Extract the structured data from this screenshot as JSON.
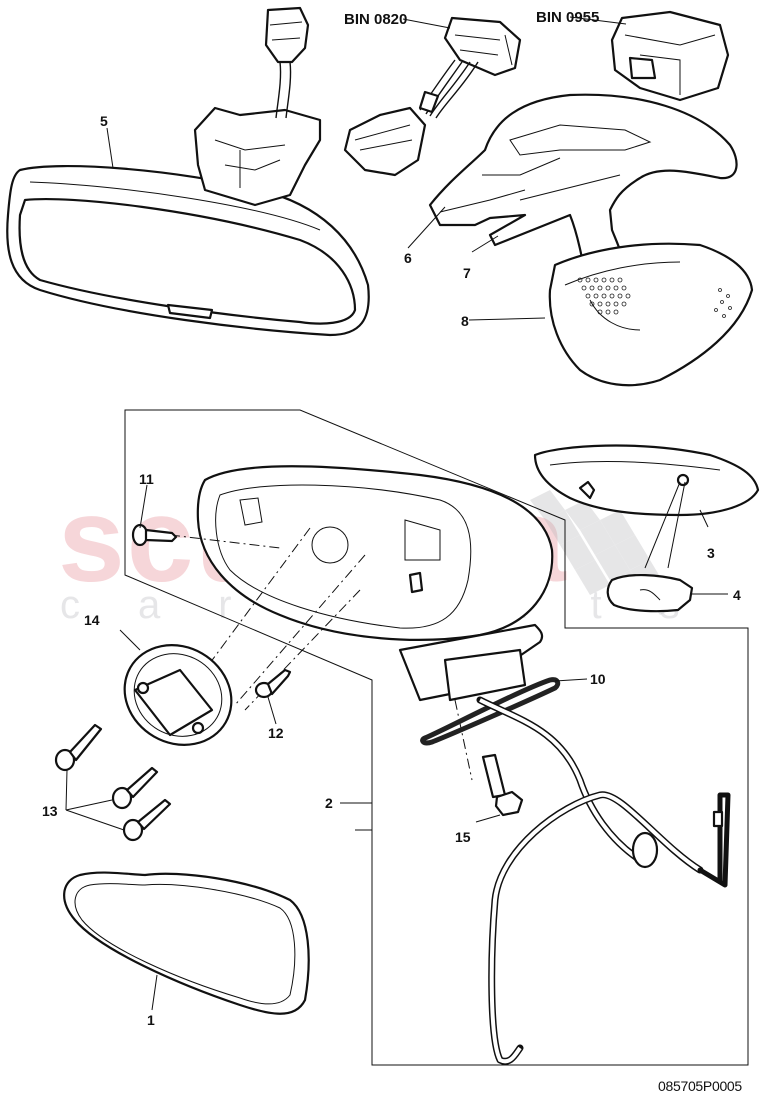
{
  "diagram": {
    "type": "exploded parts diagram",
    "subject": "Interior rear-view mirror and exterior door mirror assembly",
    "drawing_code": "085705P0005"
  },
  "watermark": {
    "brand": "scuderia",
    "sub": "car parts",
    "brand_color": "#f4c9cd",
    "sub_color": "#e6e6e8"
  },
  "bin_labels": [
    {
      "id": "bin-0820",
      "text": "BIN 0820"
    },
    {
      "id": "bin-0955",
      "text": "BIN 0955"
    }
  ],
  "callouts": [
    {
      "num": "1",
      "part": "mirror glass"
    },
    {
      "num": "2",
      "part": "exterior mirror assembly"
    },
    {
      "num": "3",
      "part": "lower mirror cover with lamp"
    },
    {
      "num": "4",
      "part": "bulb"
    },
    {
      "num": "5",
      "part": "interior rear-view mirror"
    },
    {
      "num": "6",
      "part": "mirror base trim"
    },
    {
      "num": "7",
      "part": "mirror base trim"
    },
    {
      "num": "8",
      "part": "sensor cover"
    },
    {
      "num": "10",
      "part": "gasket"
    },
    {
      "num": "11",
      "part": "screw"
    },
    {
      "num": "12",
      "part": "screw"
    },
    {
      "num": "13",
      "part": "bolts"
    },
    {
      "num": "14",
      "part": "mirror motor"
    },
    {
      "num": "15",
      "part": "hex bolt"
    }
  ]
}
